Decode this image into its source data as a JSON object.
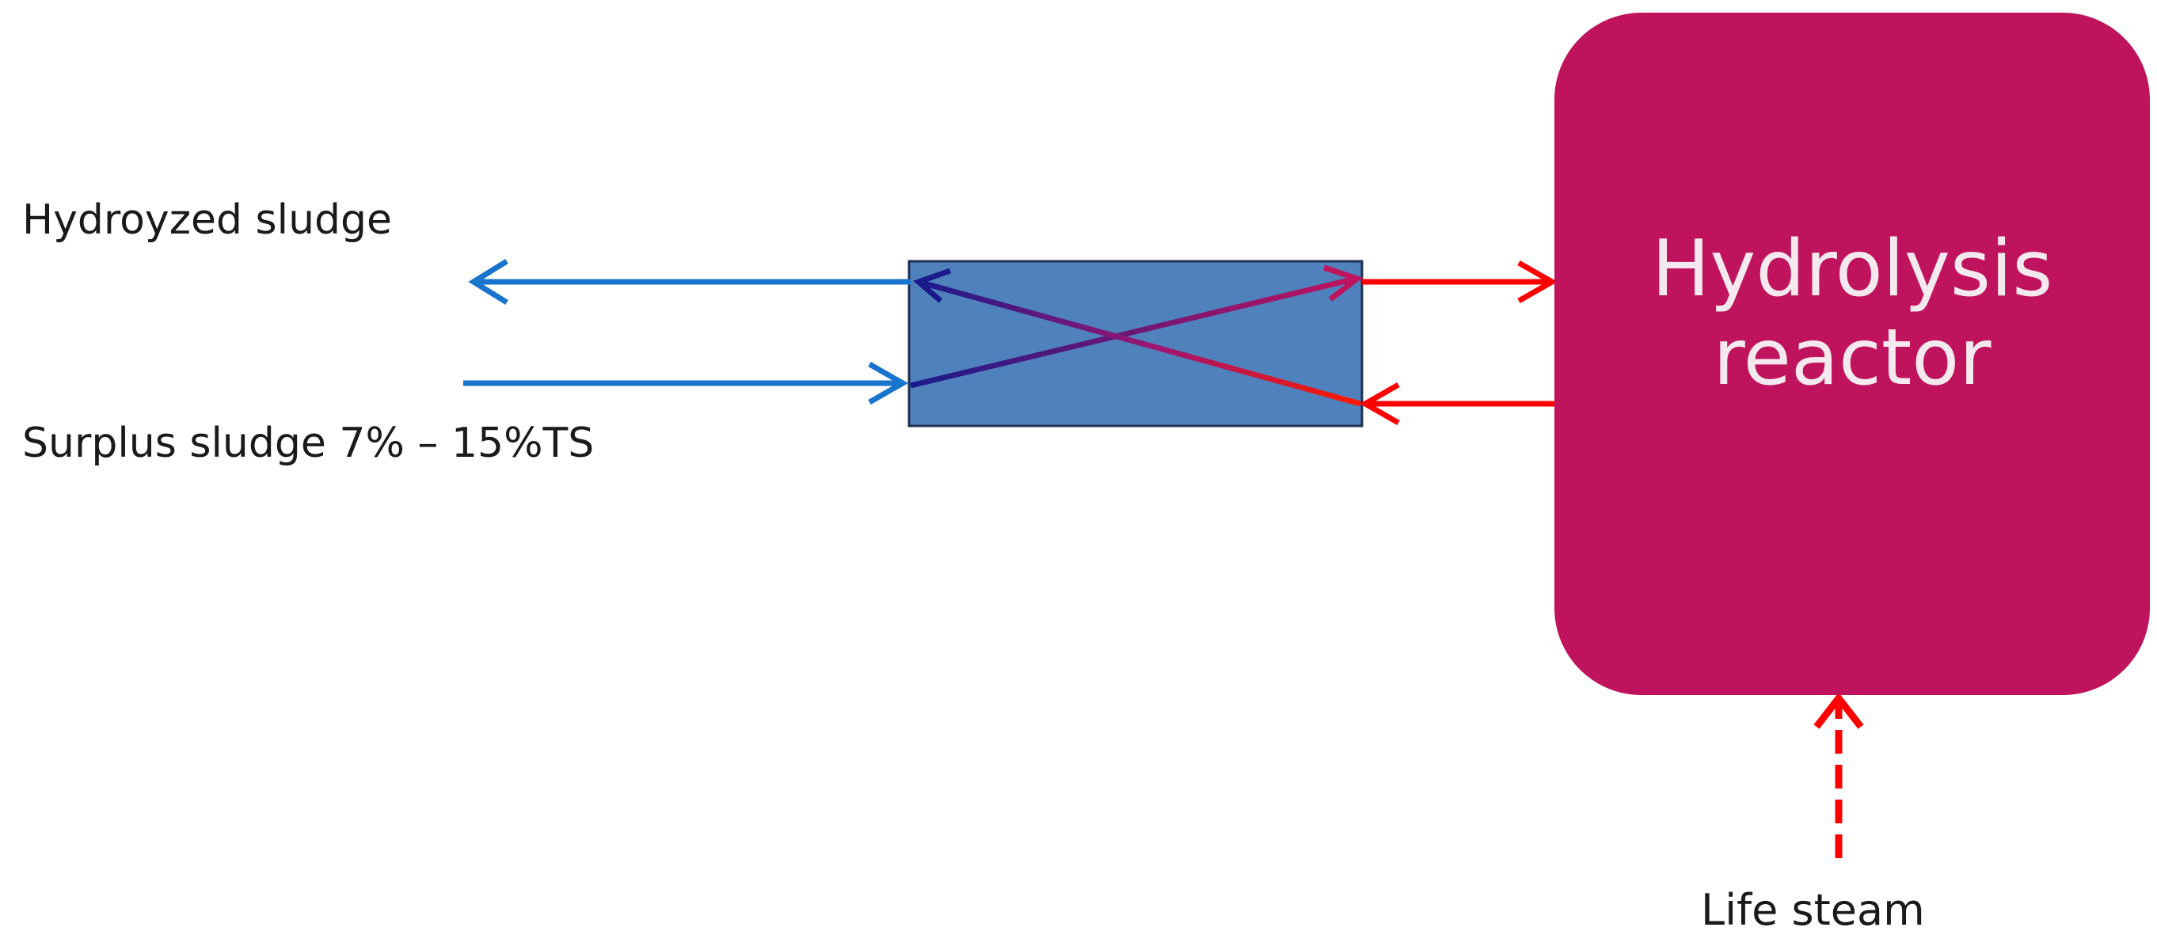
{
  "labels": {
    "hydrolyzed_sludge": "Hydroyzed sludge",
    "surplus_sludge": "Surplus sludge 7% – 15%TS",
    "life_steam": "Life steam"
  },
  "reactor": {
    "line1": "Hydrolysis",
    "line2": "reactor"
  },
  "colors": {
    "reactor": "#c0135d",
    "heat_exchanger": "#4f81bd",
    "cold_stream": "#1874cd",
    "hot_stream": "#ff0000",
    "exchanger_inner_blue": "#1a1a8c",
    "exchanger_inner_red": "#ff0000"
  }
}
